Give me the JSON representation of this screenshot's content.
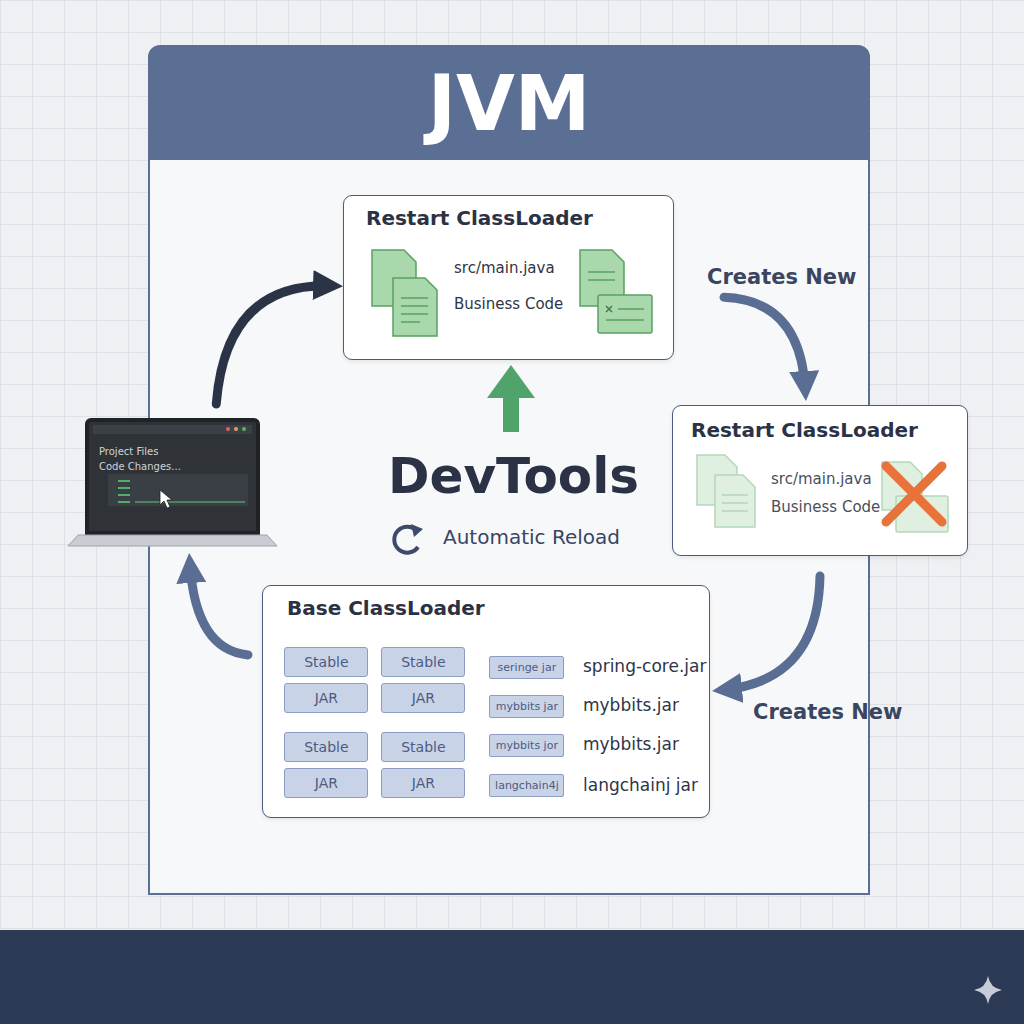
{
  "diagram": {
    "nodes": [
      {
        "text": [
          "JVM"
        ]
      },
      {
        "text": [
          "Restart ClassLoader",
          "src/main.java",
          "Business Code"
        ],
        "in": 0
      },
      {
        "text": [
          "Project Files",
          "Code Changes..."
        ]
      },
      {
        "text": [
          "Restart ClassLoader",
          "src/main.java",
          "Business Code"
        ],
        "in": 0
      },
      {
        "text": [
          "Base ClassLoader",
          "spring-core.jar",
          "mybbits.jar",
          "mybbits.jar",
          "langchainj jar"
        ],
        "in": 0
      },
      {
        "text": [
          "Stable"
        ],
        "in": 4
      },
      {
        "text": [
          "Stable"
        ],
        "in": 4
      },
      {
        "text": [
          "JAR"
        ],
        "in": 4
      },
      {
        "text": [
          "JAR"
        ],
        "in": 4
      },
      {
        "text": [
          "Stable"
        ],
        "in": 4
      },
      {
        "text": [
          "Stable"
        ],
        "in": 4
      },
      {
        "text": [
          "JAR"
        ],
        "in": 4
      },
      {
        "text": [
          "JAR"
        ],
        "in": 4
      },
      {
        "text": [
          "seringe jar"
        ],
        "in": 4
      },
      {
        "text": [
          "mybbits jar"
        ],
        "in": 4
      },
      {
        "text": [
          "mybbits jor"
        ],
        "in": 4
      },
      {
        "text": [
          "langchain4j"
        ],
        "in": 4
      }
    ],
    "edges": [
      {
        "from": 2,
        "to": 1,
        "arrow": "to"
      },
      {
        "from": 1,
        "to": 3,
        "label": "Creates New",
        "arrow": "to"
      },
      {
        "from": 3,
        "to": 4,
        "label": "Creates New",
        "arrow": "to"
      },
      {
        "from": 4,
        "to": 2,
        "arrow": "to"
      }
    ],
    "labels": [
      "DevTools",
      "Automatic Reload"
    ]
  }
}
